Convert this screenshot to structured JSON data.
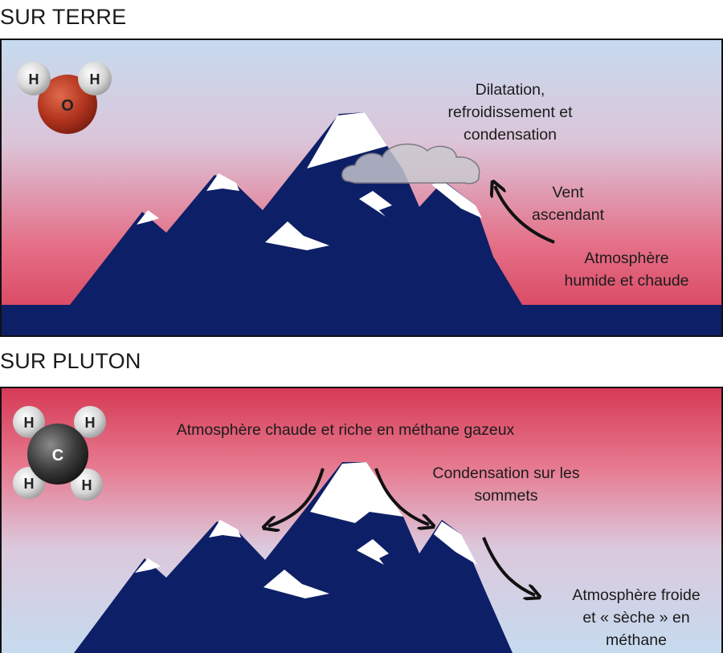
{
  "earth": {
    "title": "SUR TERRE",
    "molecule": {
      "center": "O",
      "h1": "H",
      "h2": "H"
    },
    "labels": {
      "condensation": [
        "Dilatation,",
        "refroidissement et",
        "condensation"
      ],
      "wind": [
        "Vent",
        "ascendant"
      ],
      "atmosphere": [
        "Atmosphère",
        "humide et chaude"
      ]
    }
  },
  "pluto": {
    "title": "SUR PLUTON",
    "molecule": {
      "center": "C",
      "h1": "H",
      "h2": "H",
      "h3": "H",
      "h4": "H"
    },
    "labels": {
      "atmosphere_top": "Atmosphère chaude et riche en méthane gazeux",
      "summit": [
        "Condensation sur les",
        "sommets"
      ],
      "atmosphere_dry": [
        "Atmosphère froide",
        "et « sèche » en",
        "méthane"
      ]
    }
  },
  "colors": {
    "mountain": "#0d1f66",
    "snow": "#ffffff",
    "sky_blue": "#c8dcf0",
    "sky_red": "#d8405a",
    "oxygen": "#b2341e",
    "carbon": "#3a3a3a",
    "hydrogen": "#d6d6d6",
    "arrow": "#111111"
  }
}
